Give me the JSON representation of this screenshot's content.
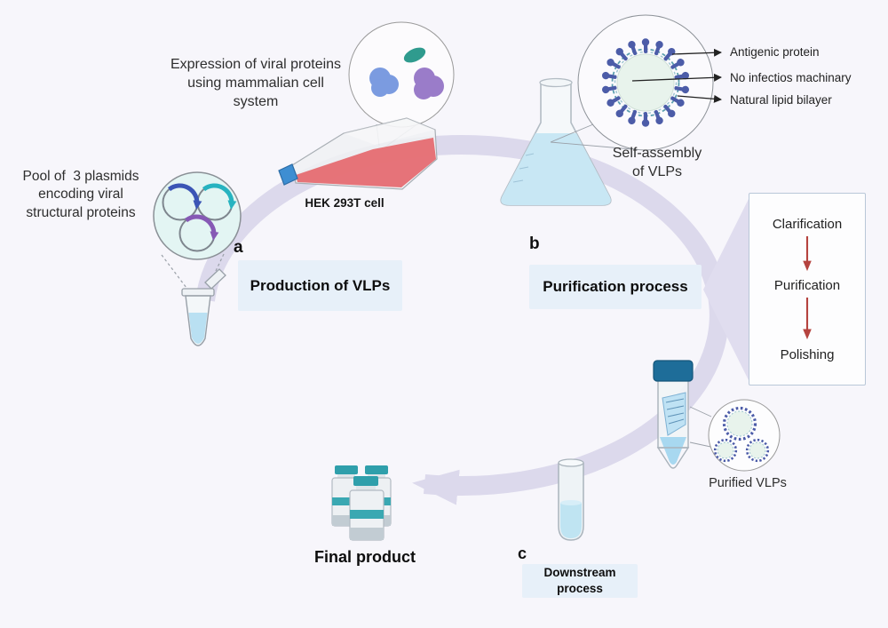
{
  "diagram": {
    "expression_label": "Expression of viral proteins\nusing mammalian cell\nsystem",
    "plasmid_label": "Pool of  3 plasmids\nencoding viral\nstructural proteins",
    "hek_cell_label": "HEK 293T cell",
    "self_assembly_label": "Self-assembly\nof VLPs",
    "vlp_annotations": {
      "antigenic": "Antigenic protein",
      "machinery": "No infectios machinary",
      "bilayer": "Natural lipid bilayer"
    },
    "steps": {
      "a": {
        "letter": "a",
        "title": "Production of VLPs"
      },
      "b": {
        "letter": "b",
        "title": "Purification process"
      },
      "c": {
        "letter": "c",
        "title": "Downstream\nprocess"
      }
    },
    "purification_flow": {
      "items": [
        "Clarification",
        "Purification",
        "Polishing"
      ]
    },
    "purified_vlps_label": "Purified VLPs",
    "final_product_label": "Final product"
  },
  "colors": {
    "background": "#f7f6fb",
    "cycle_arrow": "#dcd9ec",
    "callout_wedge": "#e0ddef",
    "step_box_bg": "#e7f0f9",
    "flow_arrow_red": "#b5433f",
    "plasmid_blue": "#3b55b5",
    "plasmid_teal": "#26b3c0",
    "plasmid_purple": "#8659b5",
    "culture_media_red": "#e5686e",
    "flask_cap_blue": "#3e8ed2",
    "falcon_cap_blue": "#1e6d99",
    "vial_cap_teal": "#2f9fab",
    "liquid_blue": "#c8e7f4",
    "vlp_spike_blue": "#4c5ca8",
    "vlp_core_mint": "#e8f3ec"
  }
}
